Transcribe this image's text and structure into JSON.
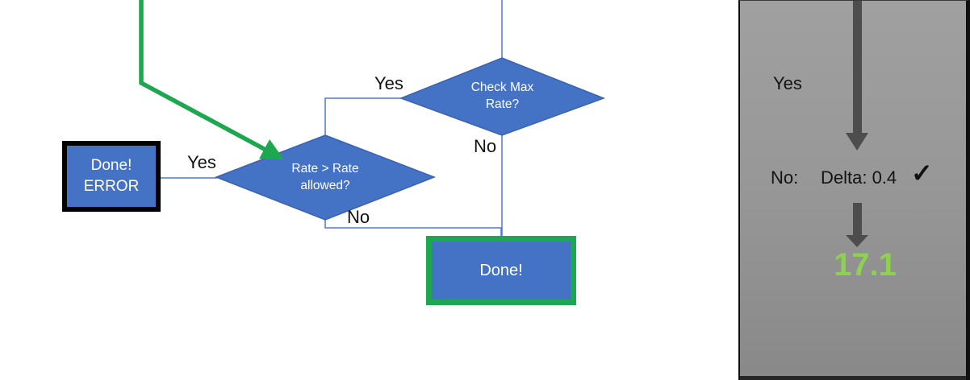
{
  "colors": {
    "shape_blue": "#4472C4",
    "shape_blue_border": "#3A62B0",
    "connector_blue": "#4F7AC7",
    "green_accent": "#1CA750",
    "result_green": "#8ED050",
    "panel_gray": "#979797",
    "panel_arrow_gray": "#4D4D4D",
    "error_border_black": "#000000"
  },
  "flowchart": {
    "check_max_diamond": {
      "line1": "Check Max",
      "line2": "Rate?"
    },
    "rate_diamond": {
      "line1": "Rate > Rate",
      "line2": "allowed?"
    },
    "error_box": {
      "line1": "Done!",
      "line2": "ERROR"
    },
    "done_box": {
      "label": "Done!"
    },
    "connector_labels": {
      "check_max_yes": "Yes",
      "check_max_no": "No",
      "rate_yes": "Yes",
      "rate_no": "No"
    }
  },
  "side_panel": {
    "yes_label": "Yes",
    "no_label": "No:",
    "delta_text": "Delta: 0.4",
    "check_mark": "✓",
    "result_value": "17.1"
  }
}
